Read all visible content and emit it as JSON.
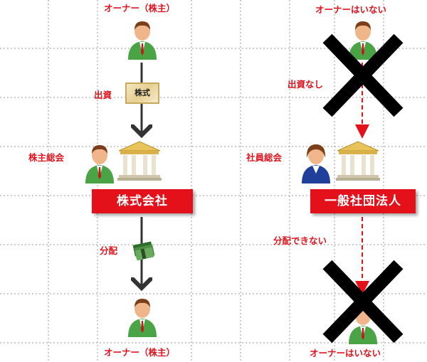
{
  "left": {
    "owner_top": "オーナー（株主）",
    "owner_bottom": "オーナー（株主）",
    "investment": "出資",
    "stock_certificate": "株式",
    "meeting": "株主総会",
    "company": "株式会社",
    "distribution": "分配"
  },
  "right": {
    "owner_top": "オーナーはいない",
    "owner_bottom": "オーナーはいない",
    "investment": "出資なし",
    "meeting": "社員総会",
    "company": "一般社団法人",
    "distribution": "分配できない"
  },
  "colors": {
    "accent_red": "#e4111b",
    "label_red": "#e0141e",
    "arrow_dark": "#333333",
    "grid": "#9a9a9a"
  },
  "icons": [
    "person-icon",
    "bank-icon",
    "stock-certificate-icon",
    "money-icon",
    "cross-icon"
  ]
}
